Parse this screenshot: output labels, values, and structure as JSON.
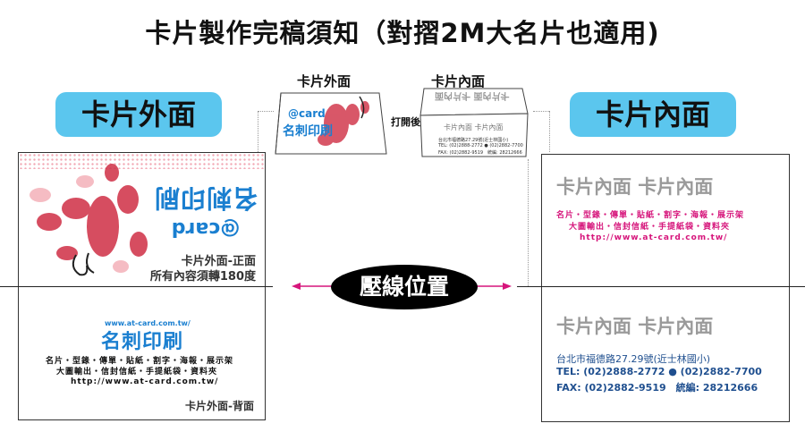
{
  "title": "卡片製作完稿須知（對摺2M大名片也適用)",
  "labels": {
    "outer_big": "卡片外面",
    "inner_big": "卡片內面",
    "outer_small": "卡片外面",
    "inner_small": "卡片內面",
    "open_arrow": "打開後==>",
    "fold_line": "壓線位置"
  },
  "outer_card": {
    "logo_card": "@card",
    "logo_name": "名刺印刷",
    "front_note_1": "卡片外面-正面",
    "front_note_2": "所有內容須轉180度",
    "url_small": "www.at-card.com.tw/",
    "brand": "名刺印刷",
    "services_1": "名片・型錄・傳單・貼紙・割字・海報・展示架",
    "services_2": "大圖輸出・信封信紙・手提紙袋・資料夾",
    "url": "http://www.at-card.com.tw/",
    "back_note": "卡片外面-背面"
  },
  "inner_card": {
    "heading_top": "卡片內面 卡片內面",
    "services_1": "名片・型錄・傳單・貼紙・割字・海報・展示架",
    "services_2": "大圖輸出・信封信紙・手提紙袋・資料夾",
    "url": "http://www.at-card.com.tw/",
    "heading_bottom": "卡片內面 卡片內面",
    "address": "台北市福德路27.29號(近士林國小)",
    "tel": "TEL: (02)2888-2772 ● (02)2882-7700",
    "fax": "FAX: (02)2882-9519　統編: 28212666"
  },
  "mini_inner": {
    "heading": "卡片內面 卡片內面",
    "line1": "台北市福德路27.29號(近士林國小)",
    "line2": "TEL: (02)2888-2772 ● (02)2882-7700",
    "line3": "FAX: (02)2882-9519　統編: 28212666"
  },
  "colors": {
    "pill": "#5bc6ee",
    "accent_pink": "#d6157b",
    "blue": "#1f4f8f"
  }
}
